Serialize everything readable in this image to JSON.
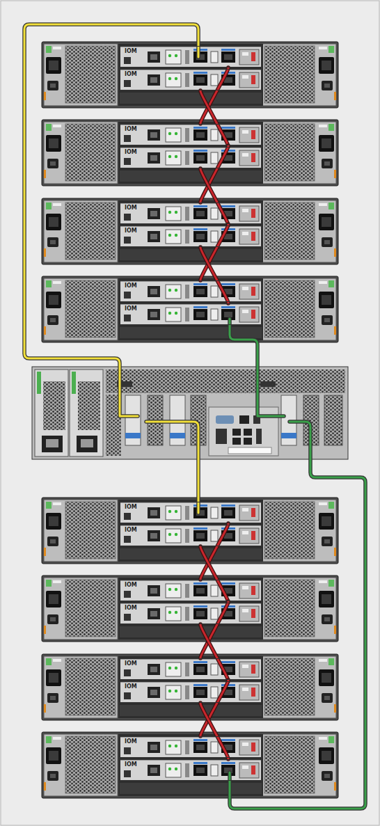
{
  "diagram": {
    "nodes": [
      {
        "text": [
          "IOM"
        ]
      },
      {
        "text": [
          "IOM"
        ]
      },
      {
        "text": [
          "IOM"
        ]
      },
      {
        "text": [
          "IOM"
        ]
      },
      {
        "text": [
          "IOM"
        ]
      },
      {
        "text": [
          "IOM"
        ]
      },
      {
        "text": [
          "IOM"
        ]
      },
      {
        "text": [
          "IOM"
        ]
      },
      {
        "text": [
          "IOM"
        ]
      },
      {
        "text": [
          "IOM"
        ]
      },
      {
        "text": [
          "IOM"
        ]
      },
      {
        "text": [
          "IOM"
        ]
      },
      {
        "text": [
          "IOM"
        ]
      },
      {
        "text": [
          "IOM"
        ]
      },
      {
        "text": [
          "IOM"
        ]
      },
      {
        "text": [
          "IOM"
        ]
      }
    ],
    "edges": [
      {
        "from": 0,
        "to": 2,
        "arrow": "none"
      },
      {
        "from": 1,
        "to": 3,
        "arrow": "none"
      },
      {
        "from": 2,
        "to": 4,
        "arrow": "none"
      },
      {
        "from": 3,
        "to": 5,
        "arrow": "none"
      },
      {
        "from": 4,
        "to": 6,
        "arrow": "none"
      },
      {
        "from": 5,
        "to": 7,
        "arrow": "none"
      },
      {
        "from": 8,
        "to": 10,
        "arrow": "none"
      },
      {
        "from": 9,
        "to": 11,
        "arrow": "none"
      },
      {
        "from": 10,
        "to": 12,
        "arrow": "none"
      },
      {
        "from": 11,
        "to": 13,
        "arrow": "none"
      },
      {
        "from": 12,
        "to": 14,
        "arrow": "none"
      },
      {
        "from": 13,
        "to": 15,
        "arrow": "none"
      }
    ]
  }
}
